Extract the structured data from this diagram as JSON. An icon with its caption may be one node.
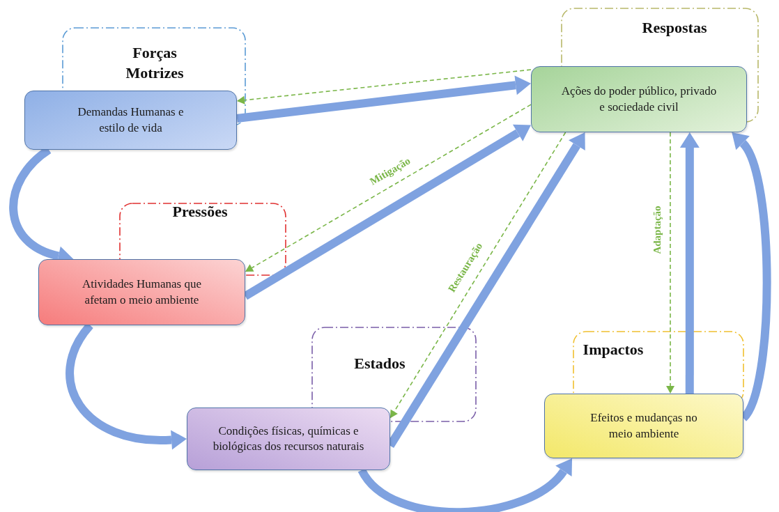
{
  "diagram": {
    "nodes": [
      {
        "text": [
          "Demandas Humanas e estilo de vida"
        ],
        "beside": [
          "Forças Motrizes"
        ]
      },
      {
        "text": [
          "Ações do poder público, privado e sociedade civil"
        ],
        "beside": [
          "Respostas"
        ]
      },
      {
        "text": [
          "Atividades Humanas que afetam o meio ambiente"
        ],
        "beside": [
          "Pressões"
        ]
      },
      {
        "text": [
          "Condições físicas, químicas e biológicas dos recursos naturais"
        ],
        "beside": [
          "Estados"
        ]
      },
      {
        "text": [
          "Efeitos e mudanças no meio ambiente"
        ],
        "beside": [
          "Impactos"
        ]
      }
    ],
    "edges": [
      {
        "from": 0,
        "to": 2,
        "arrow": "to"
      },
      {
        "from": 2,
        "to": 3,
        "arrow": "to"
      },
      {
        "from": 3,
        "to": 4,
        "arrow": "to"
      },
      {
        "from": 4,
        "to": 1,
        "arrow": "to"
      },
      {
        "from": 0,
        "to": 1,
        "arrow": "to"
      },
      {
        "from": 1,
        "to": 0,
        "arrow": "to",
        "style": "dashed",
        "color": "#7ab648"
      },
      {
        "from": 2,
        "to": 1,
        "arrow": "to"
      },
      {
        "from": 1,
        "to": 2,
        "arrow": "to",
        "style": "dashed",
        "color": "#7ab648",
        "label": "Mitigação"
      },
      {
        "from": 3,
        "to": 1,
        "arrow": "to"
      },
      {
        "from": 1,
        "to": 3,
        "arrow": "to",
        "style": "dashed",
        "color": "#7ab648",
        "label": "Restauração"
      },
      {
        "from": 4,
        "to": 1,
        "arrow": "to"
      },
      {
        "from": 1,
        "to": 4,
        "arrow": "to",
        "style": "dashed",
        "color": "#7ab648",
        "label": "Adaptação"
      }
    ]
  }
}
